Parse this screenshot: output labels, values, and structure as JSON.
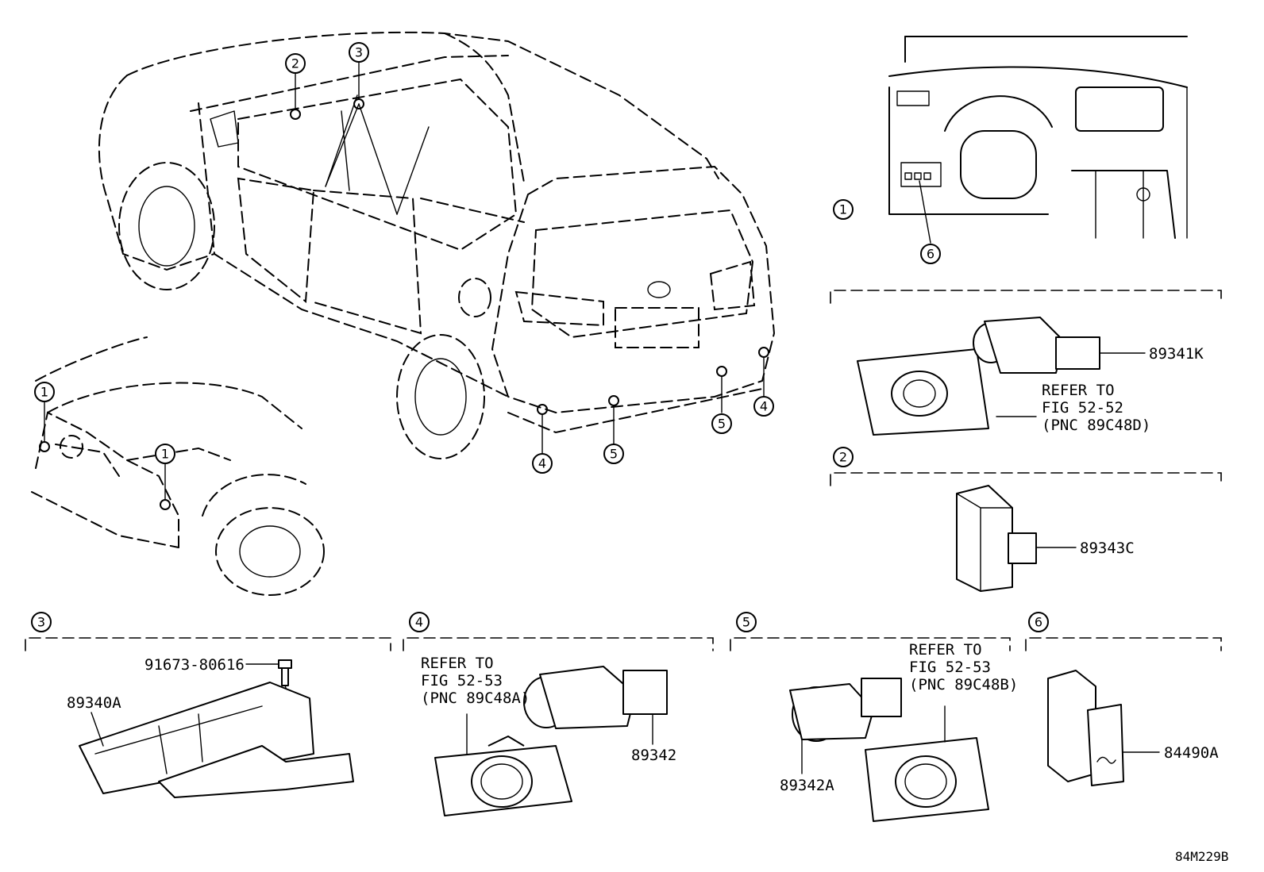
{
  "callouts": {
    "c1": "1",
    "c2": "2",
    "c3": "3",
    "c4": "4",
    "c5": "5",
    "c6": "6"
  },
  "sections": {
    "s1": {
      "number": "1",
      "part": "89341K",
      "refer": [
        "REFER TO",
        "FIG 52-52",
        "(PNC 89C48D)"
      ]
    },
    "s2": {
      "number": "2",
      "part": "89343C"
    },
    "s3": {
      "number": "3",
      "bolt": "91673-80616",
      "part": "89340A"
    },
    "s4": {
      "number": "4",
      "part": "89342",
      "refer": [
        "REFER TO",
        "FIG 52-53",
        "(PNC 89C48A)"
      ]
    },
    "s5": {
      "number": "5",
      "part": "89342A",
      "refer": [
        "REFER TO",
        "FIG 52-53",
        "(PNC 89C48B)"
      ]
    },
    "s6": {
      "number": "6",
      "part": "84490A"
    }
  },
  "diagram_code": "84M229B"
}
